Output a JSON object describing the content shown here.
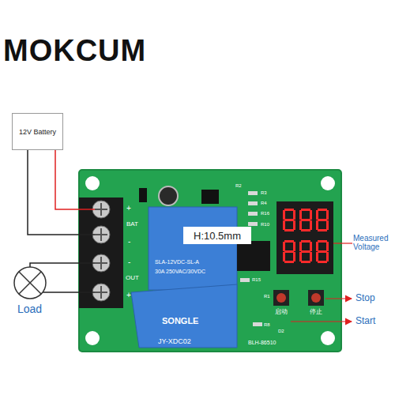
{
  "diagram": {
    "nodes": [
      {
        "text": [
          "12V Battery"
        ]
      },
      {
        "text": [
          "H:10.5mm"
        ]
      }
    ],
    "labels": [
      "MOKCUM",
      "+",
      "BAT",
      "-",
      "-",
      "OUT",
      "+",
      "SONGLE",
      "SLA-12VDC-SL-A",
      "30A 250VAC/30VDC",
      "JY-XDC02",
      "BLH-86510",
      "启动",
      "停止",
      "Measured Voltage",
      "Stop",
      "Start",
      "Load",
      "R2",
      "R3",
      "R4",
      "R16",
      "R10",
      "R15",
      "R1",
      "R8",
      "D2"
    ]
  }
}
